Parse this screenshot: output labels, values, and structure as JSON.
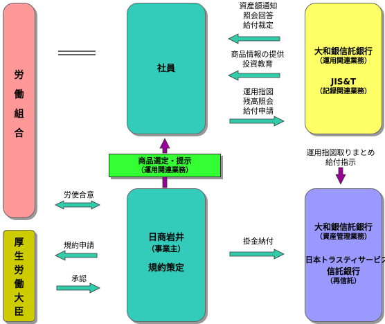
{
  "nodes": {
    "union": {
      "chars": [
        "労",
        "働",
        "組",
        "合"
      ],
      "color": "#ff9999"
    },
    "minister": {
      "chars": [
        "厚",
        "生",
        "労",
        "働",
        "大",
        "臣"
      ],
      "color": "#cccc00"
    },
    "employee": {
      "title": "社員",
      "color": "#33ccbb"
    },
    "employer": {
      "title": "日商岩井",
      "subtitle": "（事業主）",
      "subtitle2": "規約策定",
      "color": "#33ccbb"
    },
    "trust_top": {
      "line1": "大和銀信託銀行",
      "line2": "（運用関連業務）",
      "line3": "JIS&T",
      "line4": "（記録関連業務）",
      "color": "#ffff66"
    },
    "trust_bottom": {
      "line1": "大和銀信託銀行",
      "line2": "（資産管理業務）",
      "line3": "日本トラスティサービス",
      "line4": "信託銀行",
      "line5": "（再信託）",
      "color": "#9999ff"
    },
    "product_select": {
      "line1": "商品選定・提示",
      "line2": "（運用関連業務）",
      "color": "#33ff33"
    }
  },
  "labels": {
    "top_in": [
      "資産額通知",
      "照会回答",
      "給付裁定"
    ],
    "mid_in": [
      "商品情報の提供",
      "投資教育"
    ],
    "out": [
      "運用指図",
      "残高照会",
      "給付申請"
    ],
    "collect": [
      "運用指図取りまとめ",
      "給付指示"
    ],
    "labor": "労使合意",
    "apply": "規約申請",
    "approve": "承認",
    "payment": "掛金納付"
  },
  "colors": {
    "arrow": "#33ccaa",
    "arrow_purple": "#990099",
    "divider": "#000000"
  }
}
